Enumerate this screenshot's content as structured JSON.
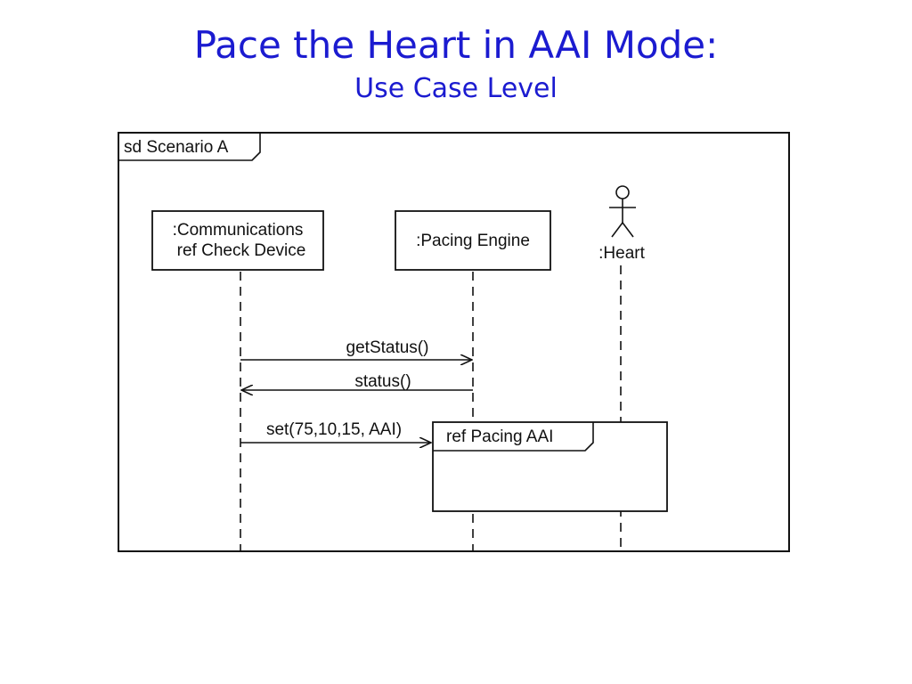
{
  "colors": {
    "title": "#1b1bd0",
    "ink": "#111111",
    "background": "#ffffff"
  },
  "slide": {
    "title": "Pace the Heart in AAI Mode:",
    "subtitle": "Use Case Level"
  },
  "frame": {
    "label": "sd Scenario A"
  },
  "lifelines": [
    {
      "line1": ":Communications",
      "line2": "ref Check Device"
    },
    {
      "line1": ":Pacing Engine"
    },
    {
      "line1": ":Heart",
      "kind": "actor"
    }
  ],
  "messages": [
    {
      "label": "getStatus()",
      "from": ":Communications",
      "to": ":Pacing Engine"
    },
    {
      "label": "status()",
      "from": ":Pacing Engine",
      "to": ":Communications"
    },
    {
      "label": "set(75,10,15, AAI)",
      "from": ":Communications",
      "to": "ref Pacing AAI"
    }
  ],
  "interaction_use": {
    "label": "ref Pacing AAI"
  }
}
